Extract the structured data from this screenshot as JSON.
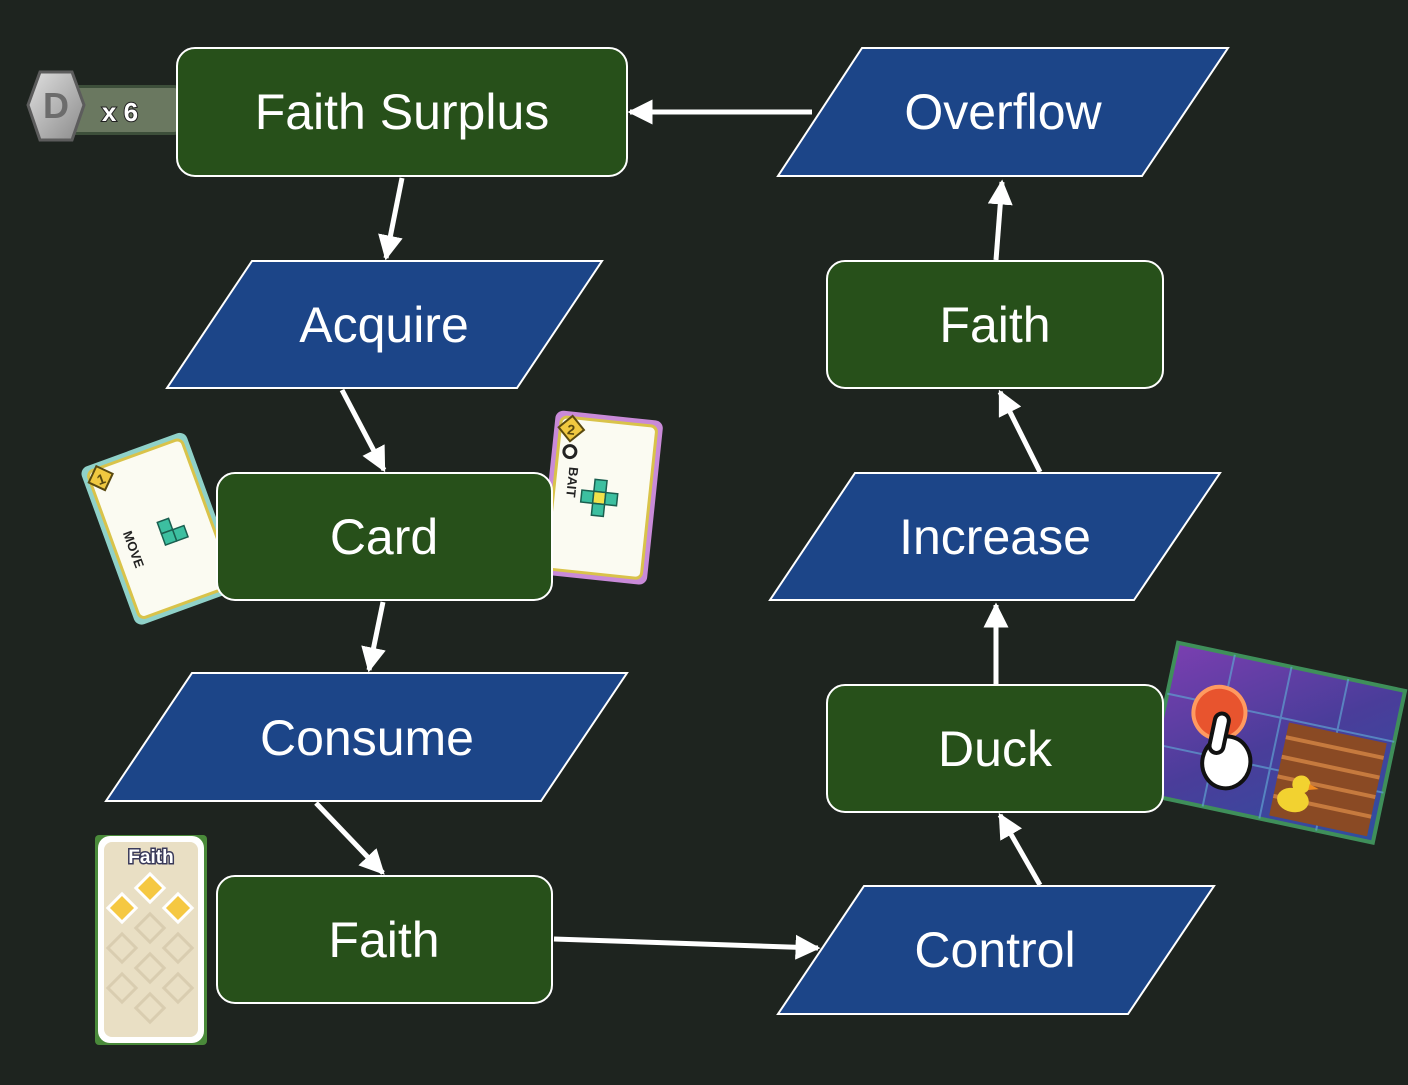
{
  "colors": {
    "background": "#1e241f",
    "process_fill": "#27501a",
    "io_fill": "#1c4588",
    "stroke": "#ffffff"
  },
  "nodes": {
    "faith_surplus": "Faith Surplus",
    "overflow": "Overflow",
    "acquire": "Acquire",
    "faith_top": "Faith",
    "card": "Card",
    "increase": "Increase",
    "consume": "Consume",
    "duck": "Duck",
    "faith_bottom": "Faith",
    "control": "Control"
  },
  "images": {
    "coin_counter": "x 6",
    "move_card_label": "MOVE",
    "move_card_cost": "1",
    "bait_card_label": "BAIT",
    "bait_card_cost": "2",
    "faith_card_title": "Faith"
  },
  "icons": [
    "coin-icon",
    "pointing-hand-icon",
    "duck-icon"
  ]
}
